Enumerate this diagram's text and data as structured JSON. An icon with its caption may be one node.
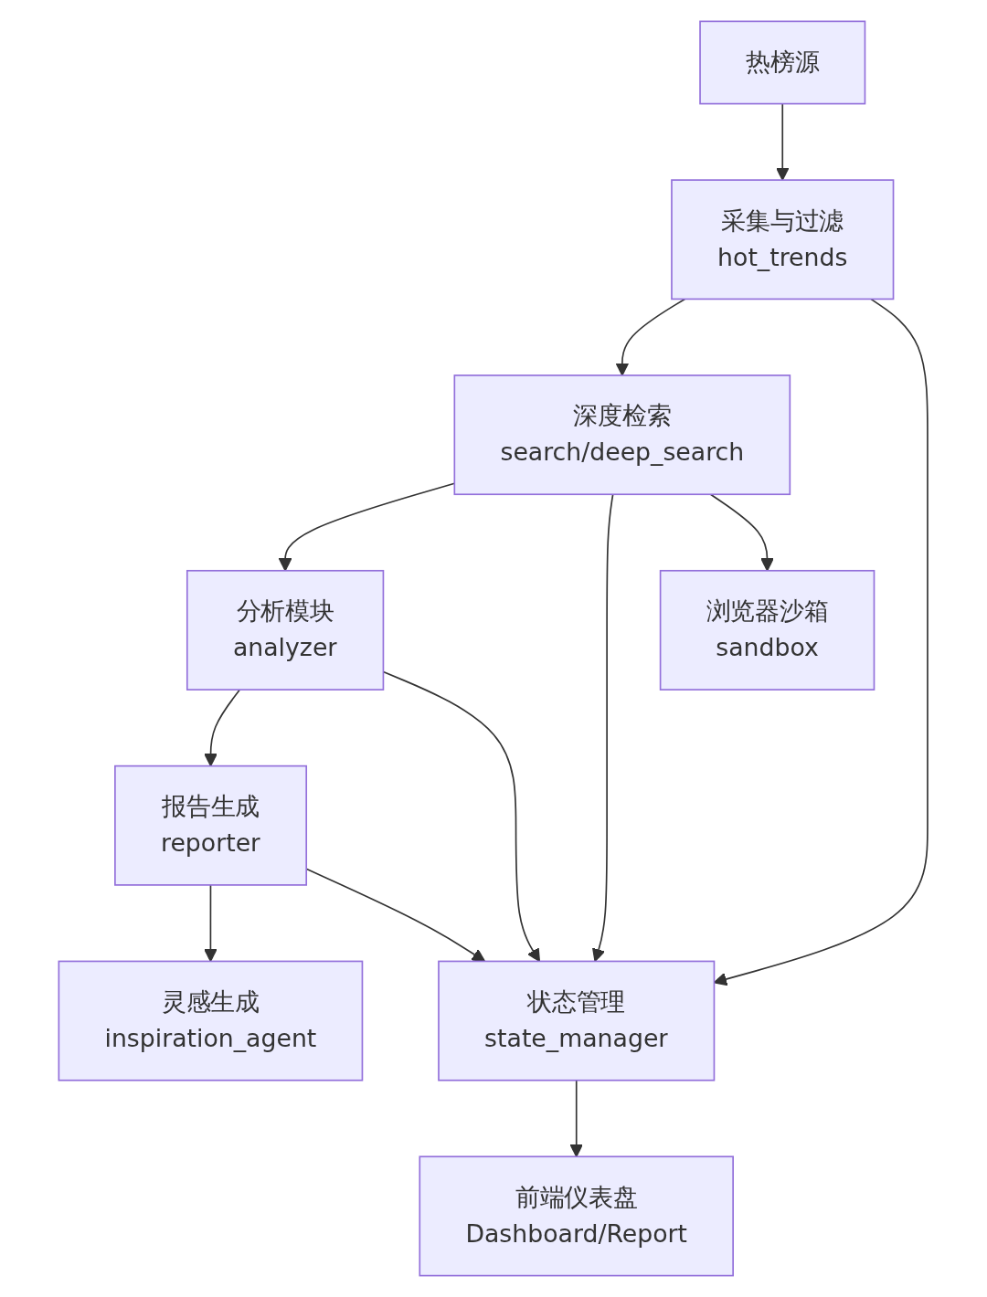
{
  "diagram": {
    "nodes": [
      {
        "text": [
          "热榜源"
        ]
      },
      {
        "text": [
          "采集与过滤",
          "hot_trends"
        ]
      },
      {
        "text": [
          "深度检索",
          "search/deep_search"
        ]
      },
      {
        "text": [
          "分析模块",
          "analyzer"
        ]
      },
      {
        "text": [
          "浏览器沙箱",
          "sandbox"
        ]
      },
      {
        "text": [
          "报告生成",
          "reporter"
        ]
      },
      {
        "text": [
          "灵感生成",
          "inspiration_agent"
        ]
      },
      {
        "text": [
          "状态管理",
          "state_manager"
        ]
      },
      {
        "text": [
          "前端仪表盘",
          "Dashboard/Report"
        ]
      }
    ],
    "edges": [
      {
        "from": 0,
        "to": 1,
        "arrow": "to"
      },
      {
        "from": 1,
        "to": 2,
        "arrow": "to"
      },
      {
        "from": 1,
        "to": 7,
        "arrow": "to"
      },
      {
        "from": 2,
        "to": 3,
        "arrow": "to"
      },
      {
        "from": 2,
        "to": 7,
        "arrow": "to"
      },
      {
        "from": 2,
        "to": 4,
        "arrow": "to"
      },
      {
        "from": 3,
        "to": 5,
        "arrow": "to"
      },
      {
        "from": 3,
        "to": 7,
        "arrow": "to"
      },
      {
        "from": 5,
        "to": 6,
        "arrow": "to"
      },
      {
        "from": 5,
        "to": 7,
        "arrow": "to"
      },
      {
        "from": 7,
        "to": 8,
        "arrow": "to"
      }
    ]
  }
}
